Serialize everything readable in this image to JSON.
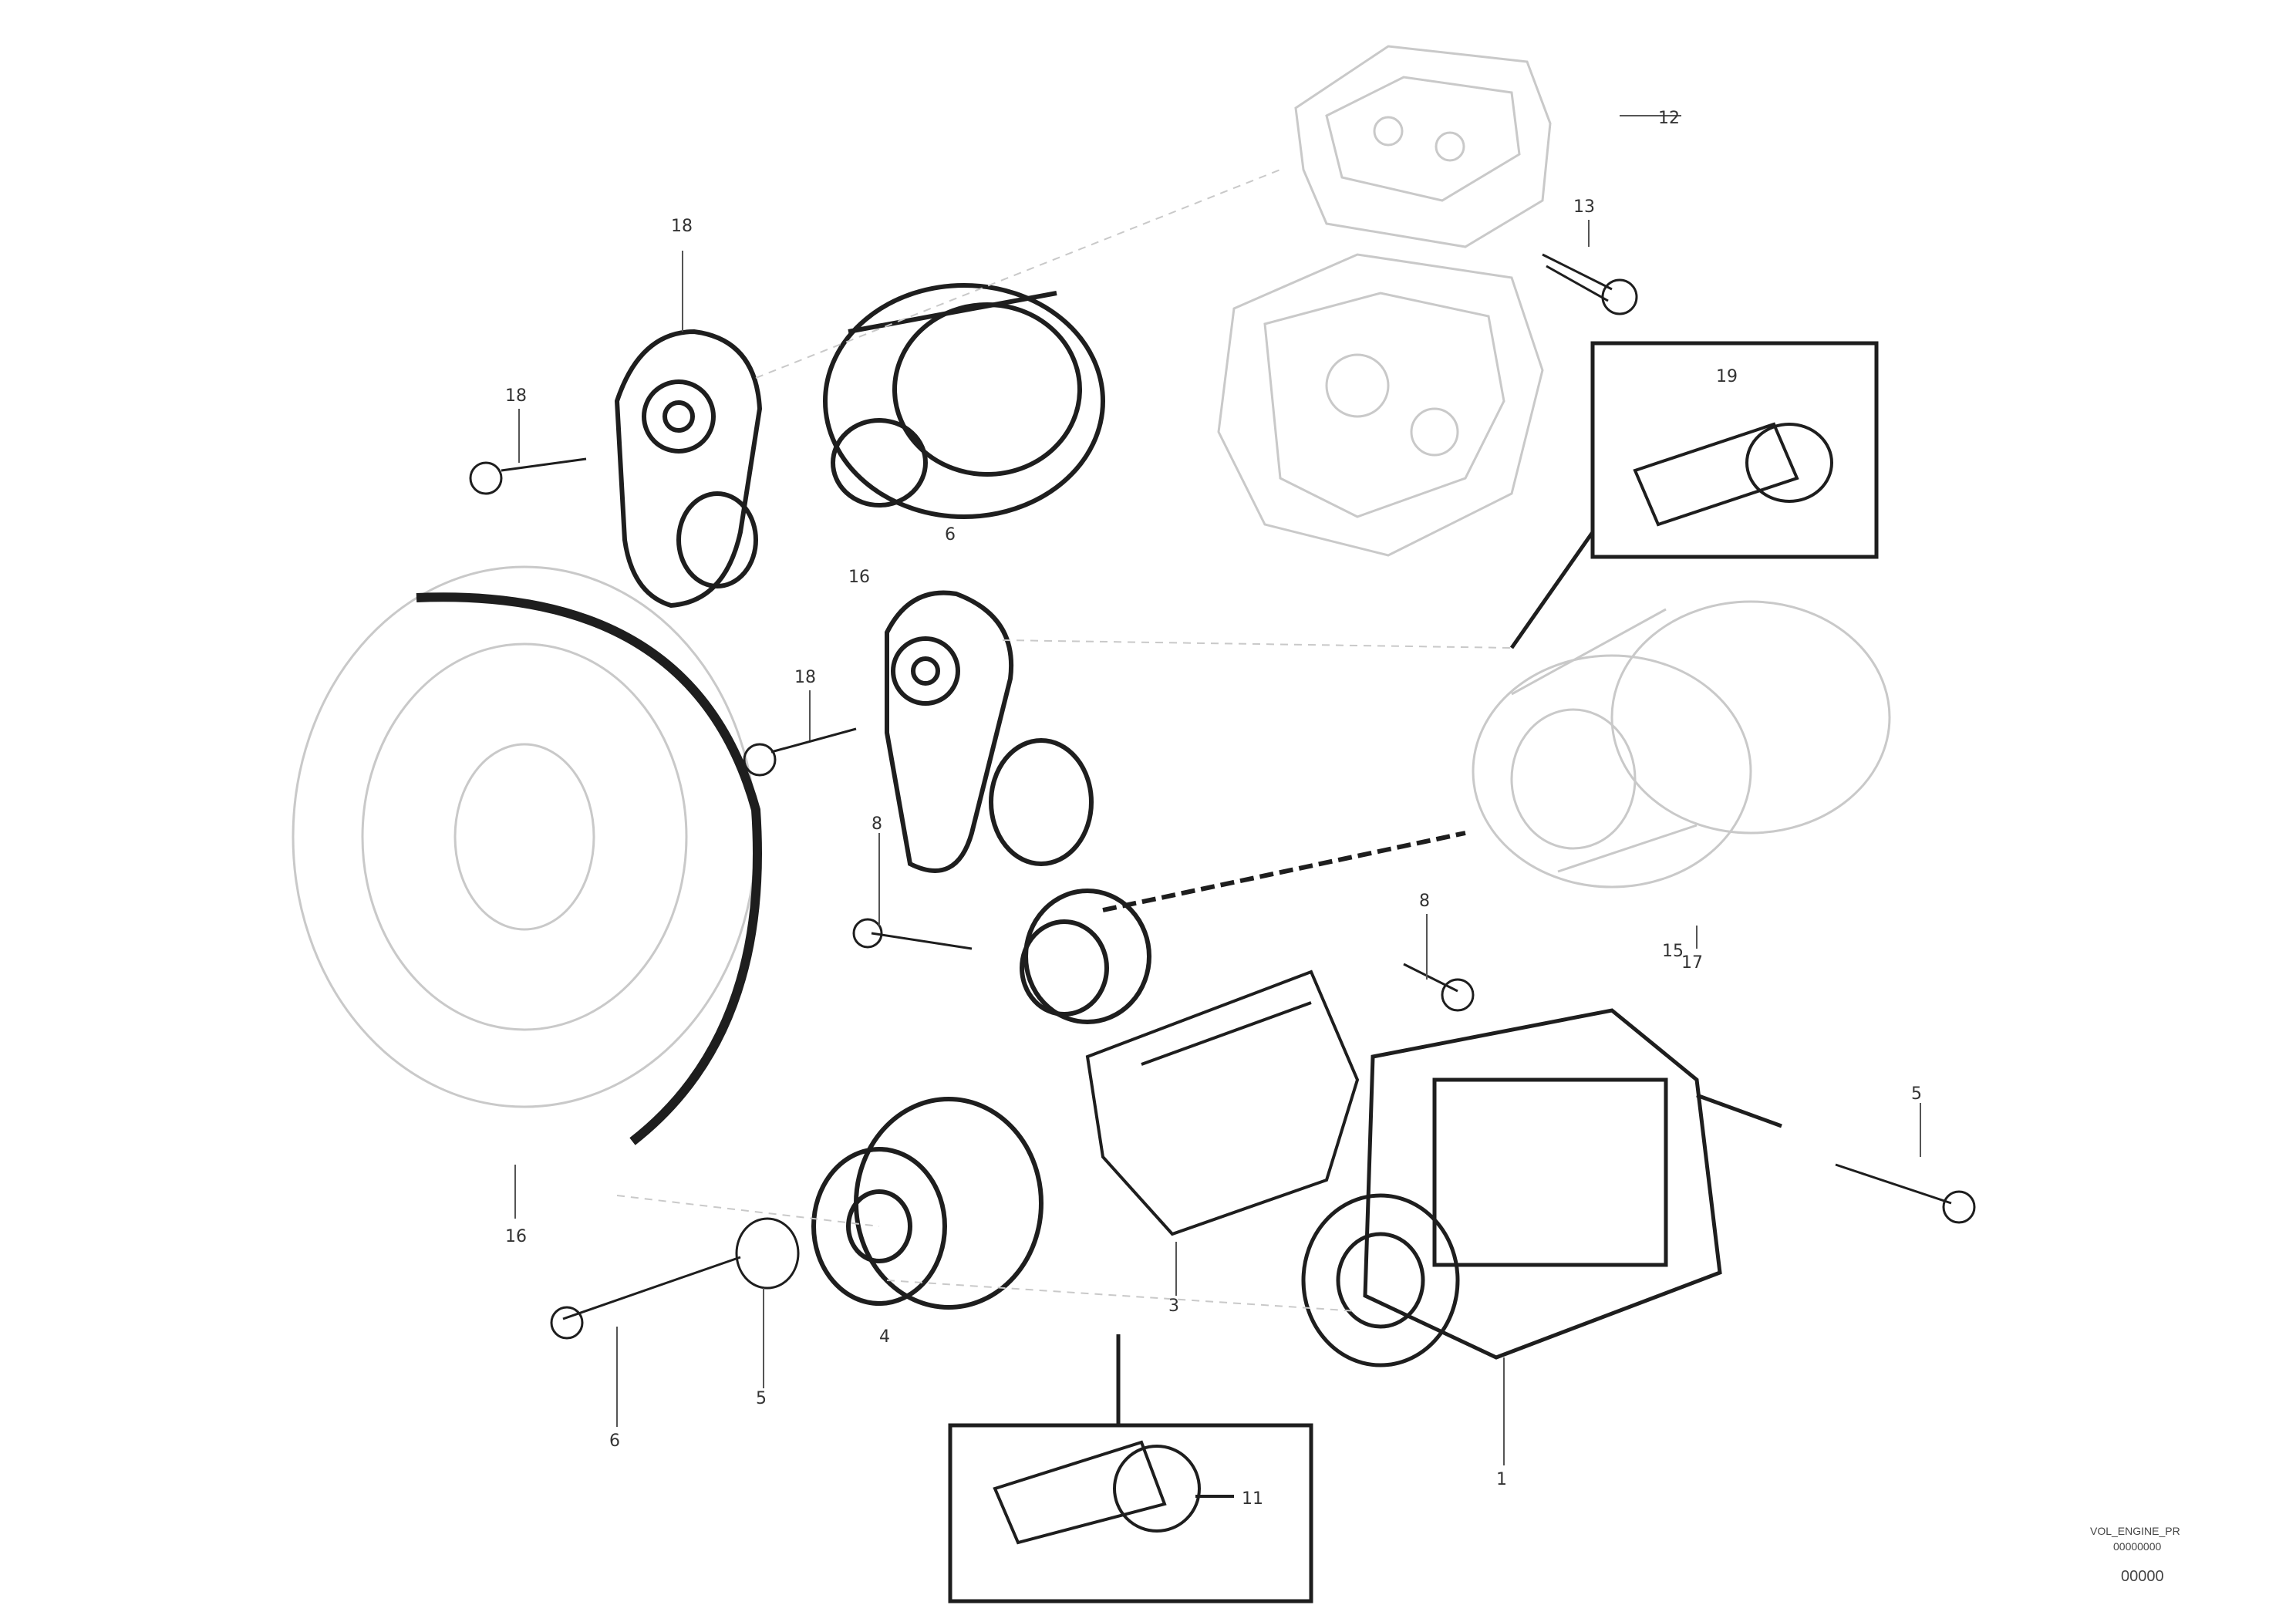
{
  "callouts": {
    "c1": "19",
    "c2": "18",
    "c3": "18",
    "c4": "16",
    "c5": "6",
    "c6": "18",
    "c7": "12",
    "c8": "13",
    "c9": "15",
    "c10": "17",
    "c11": "3",
    "c12": "8",
    "c13": "8",
    "c14": "16",
    "c15": "4",
    "c16": "5",
    "c17": "6",
    "c18": "5",
    "c19": "1",
    "c20": "11"
  },
  "corner": {
    "code_line1": "VOL_ENGINE_PR",
    "code_line2": "00000000",
    "ref_number": "00000"
  },
  "colors": {
    "line": "#1e1e1e",
    "faded_line": "#c9c9c9",
    "background": "#ffffff"
  }
}
